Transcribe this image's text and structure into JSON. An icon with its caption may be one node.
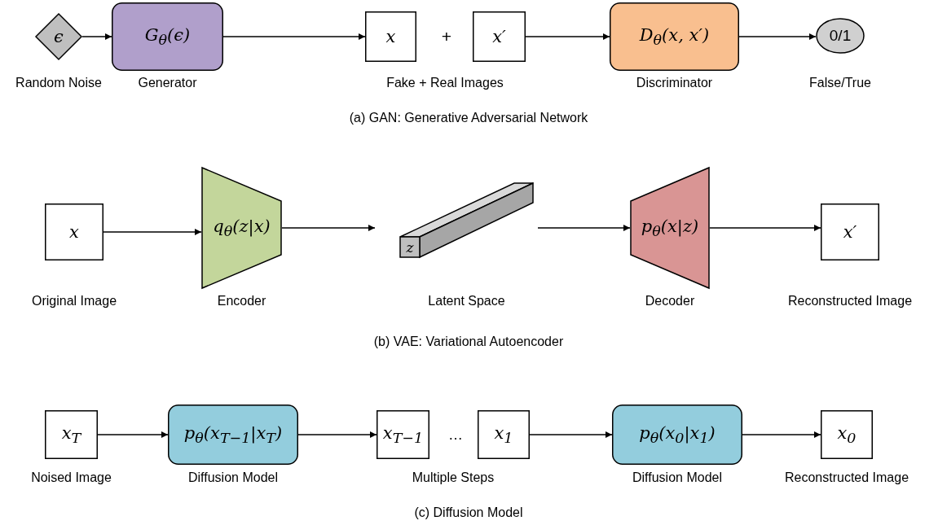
{
  "diagram": {
    "nodes": [
      {
        "text": [
          "ϵ"
        ],
        "beside": [
          "Random Noise"
        ]
      },
      {
        "text": [
          "G$_{θ}$(ϵ)"
        ],
        "beside": [
          "Generator"
        ]
      },
      {
        "text": [
          "x"
        ]
      },
      {
        "text": [
          "x′"
        ]
      },
      {
        "text": [
          "D$_{θ}$(x, x′)"
        ],
        "beside": [
          "Discriminator"
        ]
      },
      {
        "text": [
          "0/1"
        ],
        "beside": [
          "False/True"
        ]
      },
      {
        "text": [
          "x"
        ],
        "beside": [
          "Original Image"
        ]
      },
      {
        "text": [
          "q$_{θ}$(z|x)"
        ],
        "beside": [
          "Encoder"
        ]
      },
      {
        "text": [
          "z"
        ],
        "beside": [
          "Latent Space"
        ]
      },
      {
        "text": [
          "p$_{θ}$(x|z)"
        ],
        "beside": [
          "Decoder"
        ]
      },
      {
        "text": [
          "x′"
        ],
        "beside": [
          "Reconstructed Image"
        ]
      },
      {
        "text": [
          "x$_{T}$"
        ],
        "beside": [
          "Noised Image"
        ]
      },
      {
        "text": [
          "p$_{θ}$(x$_{T−1}$|x$_{T}$)"
        ],
        "beside": [
          "Diffusion Model"
        ]
      },
      {
        "text": [
          "x$_{T−1}$"
        ]
      },
      {
        "text": [
          "x$_{1}$"
        ]
      },
      {
        "text": [
          "p$_{θ}$(x$_{0}$|x$_{1}$)"
        ],
        "beside": [
          "Diffusion Model"
        ]
      },
      {
        "text": [
          "x$_{0}$"
        ],
        "beside": [
          "Reconstructed Image"
        ]
      }
    ],
    "edges": [
      {
        "from": 0,
        "to": 1,
        "arrow": "to"
      },
      {
        "from": 1,
        "to": 2,
        "arrow": "to"
      },
      {
        "from": 3,
        "to": 4,
        "arrow": "to"
      },
      {
        "from": 4,
        "to": 5,
        "arrow": "to"
      },
      {
        "from": 6,
        "to": 7,
        "arrow": "to"
      },
      {
        "from": 7,
        "to": 8,
        "arrow": "to"
      },
      {
        "from": 8,
        "to": 9,
        "arrow": "to"
      },
      {
        "from": 9,
        "to": 10,
        "arrow": "to"
      },
      {
        "from": 11,
        "to": 12,
        "arrow": "to"
      },
      {
        "from": 12,
        "to": 13,
        "arrow": "to"
      },
      {
        "from": 14,
        "to": 15,
        "arrow": "to"
      },
      {
        "from": 15,
        "to": 16,
        "arrow": "to"
      }
    ],
    "labels": [
      "+",
      "Fake + Real Images",
      "(a) GAN: Generative Adversarial Network",
      "(b) VAE: Variational Autoencoder",
      "…",
      "Multiple Steps",
      "(c) Diffusion Model"
    ]
  }
}
